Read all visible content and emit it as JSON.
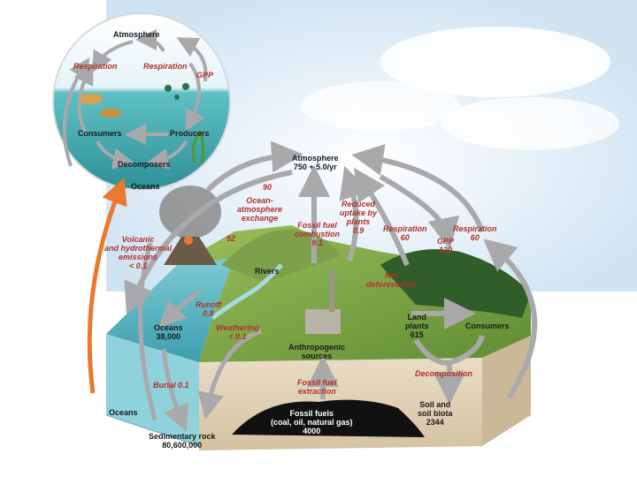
{
  "inset": {
    "atmosphere": "Atmosphere",
    "respiration_left": "Respiration",
    "respiration_right": "Respiration",
    "gpp": "GPP",
    "consumers": "Consumers",
    "producers": "Producers",
    "decomposers": "Decomposers",
    "oceans": "Oceans"
  },
  "main": {
    "atmosphere": "Atmosphere\n750 + 5.0/yr",
    "ocean_uptake": "90",
    "ocean_atmosphere_exchange": "Ocean-\natmosphere\nexchange",
    "ocean_release": "92",
    "volcanic": "Volcanic\nand hydrothermal\nemissions\n< 0.1",
    "fossil_fuel_combustion": "Fossil fuel\ncombustion\n9.1",
    "reduced_uptake": "Reduced\nuptake by\nplants\n0.9",
    "plant_respiration": "Respiration\n60",
    "gpp": "GPP\n120",
    "consumer_respiration": "Respiration\n60",
    "rivers": "Rivers",
    "net_deforestation": "Net\ndeforestation",
    "runoff": "Runoff\n0.8",
    "oceans_store": "Oceans\n38,000",
    "weathering": "Weathering\n< 0.1",
    "anthropogenic": "Anthropogenic\nsources",
    "land_plants": "Land\nplants\n615",
    "consumers": "Consumers",
    "decomposition": "Decomposition",
    "fossil_fuel_extraction": "Fossil fuel\nextraction",
    "burial": "Burial 0.1",
    "oceans_side": "Oceans",
    "soil": "Soil and\nsoil biota\n2344",
    "fossil_fuels": "Fossil fuels\n(coal, oil, natural gas)\n4000",
    "sedimentary_rock": "Sedimentary rock\n80,600,000"
  }
}
